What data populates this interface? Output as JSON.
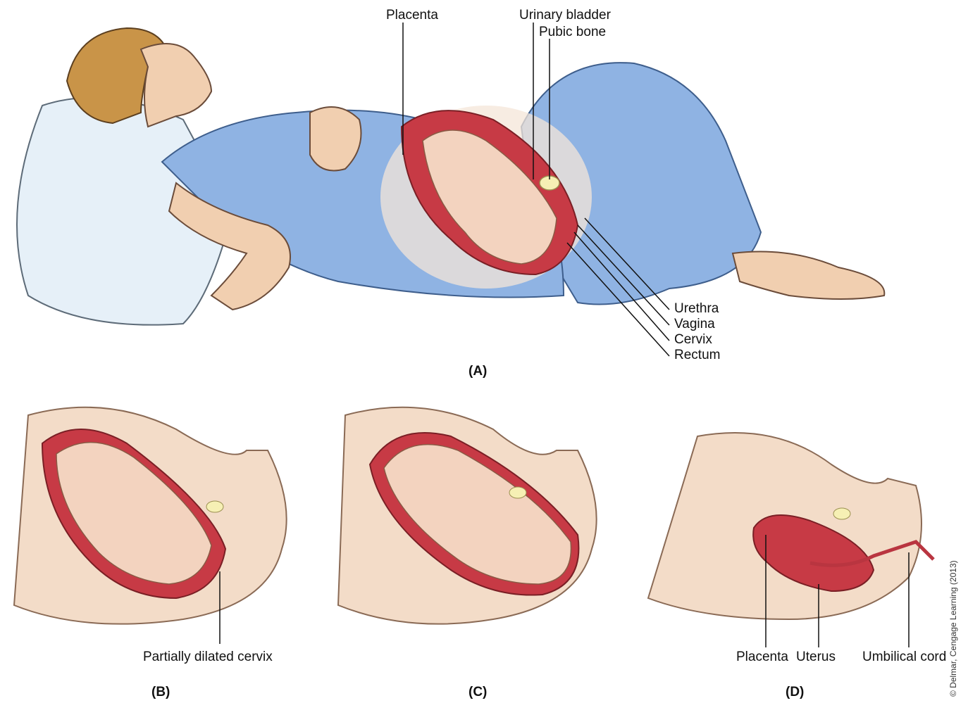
{
  "panel_a": {
    "labels": {
      "placenta": "Placenta",
      "urinary_bladder": "Urinary bladder",
      "pubic_bone": "Pubic bone",
      "urethra": "Urethra",
      "vagina": "Vagina",
      "cervix": "Cervix",
      "rectum": "Rectum"
    },
    "caption": "(A)"
  },
  "panel_b": {
    "label": "Partially dilated cervix",
    "caption": "(B)"
  },
  "panel_c": {
    "caption": "(C)"
  },
  "panel_d": {
    "labels": {
      "placenta": "Placenta",
      "uterus": "Uterus",
      "umbilical_cord": "Umbilical cord"
    },
    "caption": "(D)"
  },
  "credit": "© Delmar, Cengage Learning (2013)",
  "colors": {
    "gown": "#8fb3e3",
    "skin": "#f1cfb0",
    "hair": "#c99448",
    "uterus": "#c73a45",
    "fetus": "#f3d3bf",
    "pillow": "#e8f1f8"
  }
}
